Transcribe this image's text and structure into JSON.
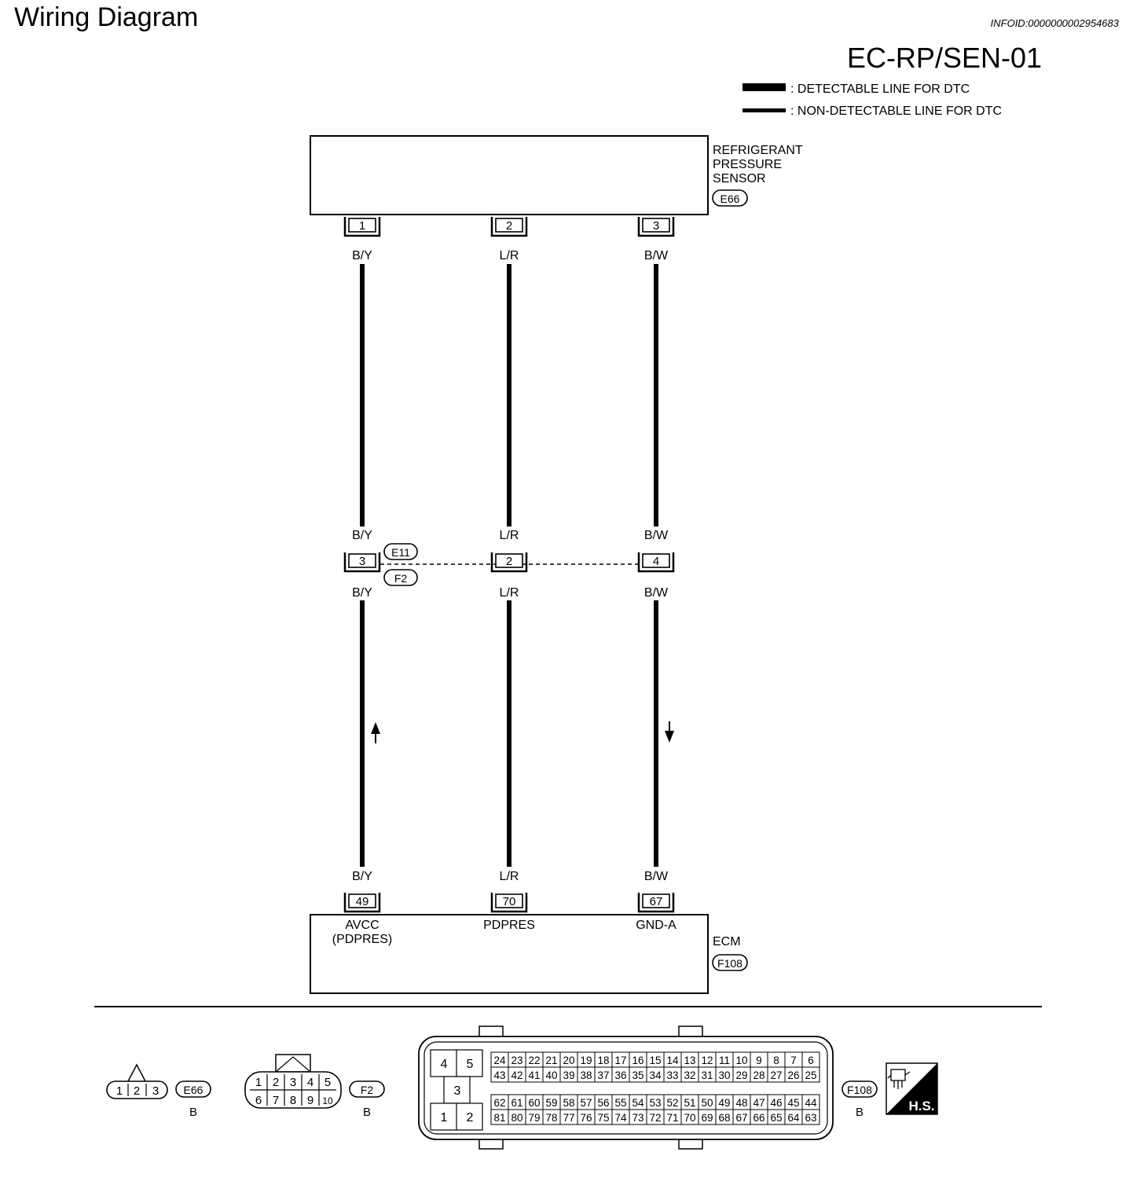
{
  "header": {
    "title": "Wiring Diagram",
    "info_id": "INFOID:0000000002954683",
    "diagram_code": "EC-RP/SEN-01"
  },
  "legend": {
    "detectable": ": DETECTABLE LINE FOR DTC",
    "non_detectable": ": NON-DETECTABLE LINE FOR DTC"
  },
  "sensor": {
    "name_lines": [
      "REFRIGERANT",
      "PRESSURE",
      "SENSOR"
    ],
    "connector": "E66",
    "pins": [
      "1",
      "2",
      "3"
    ]
  },
  "wires": [
    {
      "color_code": "B/Y",
      "junction_pin": "3",
      "ecm_pin": "49",
      "flow": "up"
    },
    {
      "color_code": "L/R",
      "junction_pin": "2",
      "ecm_pin": "70",
      "flow": "none"
    },
    {
      "color_code": "B/W",
      "junction_pin": "4",
      "ecm_pin": "67",
      "flow": "down"
    }
  ],
  "junction": {
    "connectors": [
      "E11",
      "F2"
    ]
  },
  "ecm": {
    "name": "ECM",
    "connector": "F108",
    "terminal_labels": [
      [
        "AVCC",
        "(PDPRES)"
      ],
      [
        "PDPRES"
      ],
      [
        "GND-A"
      ]
    ]
  },
  "connector_views": {
    "e66": {
      "id": "E66",
      "color": "B",
      "pins": [
        "1",
        "2",
        "3"
      ]
    },
    "f2": {
      "id": "F2",
      "color": "B",
      "top_pins": [
        "1",
        "2",
        "3",
        "4",
        "5"
      ],
      "bottom_pins": [
        "6",
        "7",
        "8",
        "9",
        "10"
      ]
    },
    "f108": {
      "id": "F108",
      "color": "B",
      "small_pins": [
        "4",
        "5",
        "3",
        "1",
        "2"
      ],
      "rows": [
        [
          "24",
          "23",
          "22",
          "21",
          "20",
          "19",
          "18",
          "17",
          "16",
          "15",
          "14",
          "13",
          "12",
          "11",
          "10",
          "9",
          "8",
          "7",
          "6"
        ],
        [
          "43",
          "42",
          "41",
          "40",
          "39",
          "38",
          "37",
          "36",
          "35",
          "34",
          "33",
          "32",
          "31",
          "30",
          "29",
          "28",
          "27",
          "26",
          "25"
        ],
        [
          "62",
          "61",
          "60",
          "59",
          "58",
          "57",
          "56",
          "55",
          "54",
          "53",
          "52",
          "51",
          "50",
          "49",
          "48",
          "47",
          "46",
          "45",
          "44"
        ],
        [
          "81",
          "80",
          "79",
          "78",
          "77",
          "76",
          "75",
          "74",
          "73",
          "72",
          "71",
          "70",
          "69",
          "68",
          "67",
          "66",
          "65",
          "64",
          "63"
        ]
      ]
    },
    "hs_badge": "H.S."
  }
}
